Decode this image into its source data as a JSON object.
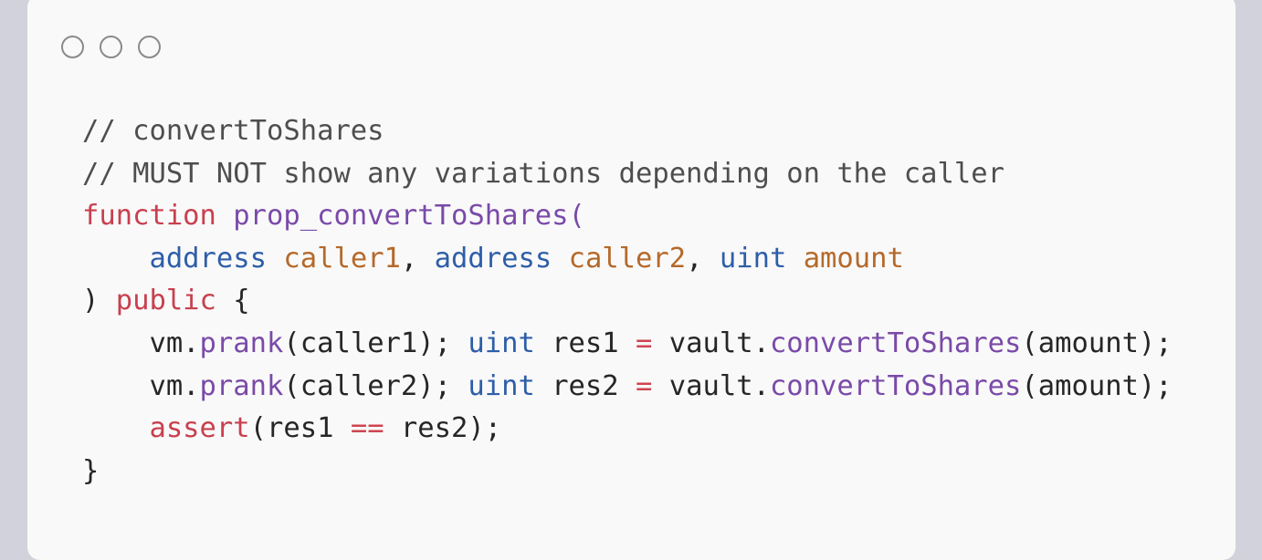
{
  "window": {
    "controls": [
      "circle-1",
      "circle-2",
      "circle-3"
    ]
  },
  "code": {
    "lines": [
      [
        {
          "t": "// convertToShares",
          "k": "comment"
        }
      ],
      [
        {
          "t": "// MUST NOT show any variations depending on the caller",
          "k": "comment"
        }
      ],
      [
        {
          "t": "function",
          "k": "keyword"
        },
        {
          "t": " ",
          "k": "plain"
        },
        {
          "t": "prop_convertToShares(",
          "k": "func"
        }
      ],
      [
        {
          "t": "    ",
          "k": "plain"
        },
        {
          "t": "address",
          "k": "type"
        },
        {
          "t": " ",
          "k": "plain"
        },
        {
          "t": "caller1",
          "k": "param"
        },
        {
          "t": ", ",
          "k": "plain"
        },
        {
          "t": "address",
          "k": "type"
        },
        {
          "t": " ",
          "k": "plain"
        },
        {
          "t": "caller2",
          "k": "param"
        },
        {
          "t": ", ",
          "k": "plain"
        },
        {
          "t": "uint",
          "k": "type"
        },
        {
          "t": " ",
          "k": "plain"
        },
        {
          "t": "amount",
          "k": "param"
        }
      ],
      [
        {
          "t": ") ",
          "k": "plain"
        },
        {
          "t": "public",
          "k": "keyword"
        },
        {
          "t": " {",
          "k": "plain"
        }
      ],
      [
        {
          "t": "    vm.",
          "k": "plain"
        },
        {
          "t": "prank",
          "k": "func"
        },
        {
          "t": "(caller1); ",
          "k": "plain"
        },
        {
          "t": "uint",
          "k": "type"
        },
        {
          "t": " res1 ",
          "k": "plain"
        },
        {
          "t": "=",
          "k": "op"
        },
        {
          "t": " vault.",
          "k": "plain"
        },
        {
          "t": "convertToShares",
          "k": "func"
        },
        {
          "t": "(amount);",
          "k": "plain"
        }
      ],
      [
        {
          "t": "    vm.",
          "k": "plain"
        },
        {
          "t": "prank",
          "k": "func"
        },
        {
          "t": "(caller2); ",
          "k": "plain"
        },
        {
          "t": "uint",
          "k": "type"
        },
        {
          "t": " res2 ",
          "k": "plain"
        },
        {
          "t": "=",
          "k": "op"
        },
        {
          "t": " vault.",
          "k": "plain"
        },
        {
          "t": "convertToShares",
          "k": "func"
        },
        {
          "t": "(amount);",
          "k": "plain"
        }
      ],
      [
        {
          "t": "    ",
          "k": "plain"
        },
        {
          "t": "assert",
          "k": "keyword"
        },
        {
          "t": "(res1 ",
          "k": "plain"
        },
        {
          "t": "==",
          "k": "op"
        },
        {
          "t": " res2);",
          "k": "plain"
        }
      ],
      [
        {
          "t": "}",
          "k": "plain"
        }
      ]
    ]
  }
}
